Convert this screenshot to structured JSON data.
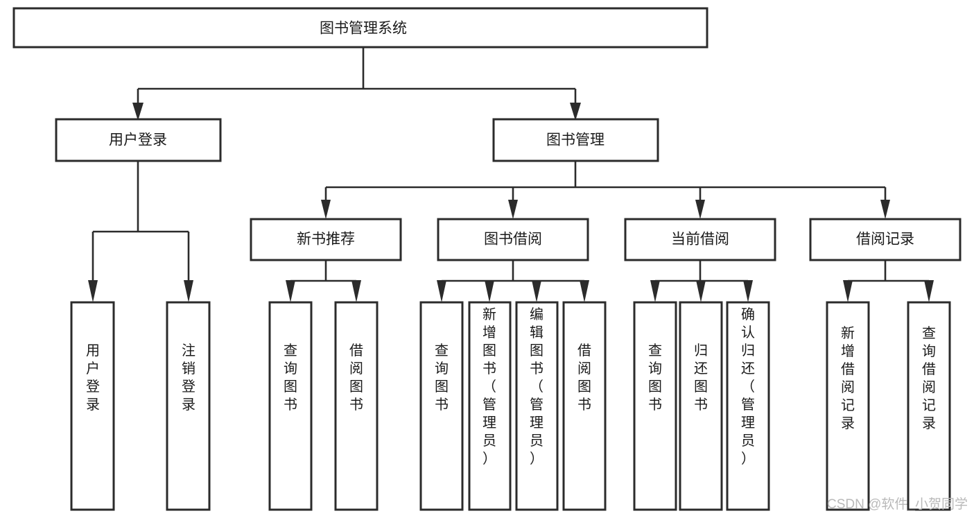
{
  "diagram": {
    "title": "图书管理系统",
    "type": "tree",
    "root": {
      "id": "root",
      "label": "图书管理系统",
      "orientation": "horizontal"
    },
    "level2": [
      {
        "id": "user-login",
        "label": "用户登录",
        "orientation": "horizontal"
      },
      {
        "id": "book-management",
        "label": "图书管理",
        "orientation": "horizontal"
      }
    ],
    "level3": [
      {
        "id": "new-book-recommend",
        "label": "新书推荐",
        "orientation": "horizontal",
        "parent": "book-management"
      },
      {
        "id": "book-borrow",
        "label": "图书借阅",
        "orientation": "horizontal",
        "parent": "book-management"
      },
      {
        "id": "current-borrow",
        "label": "当前借阅",
        "orientation": "horizontal",
        "parent": "book-management"
      },
      {
        "id": "borrow-record",
        "label": "借阅记录",
        "orientation": "horizontal",
        "parent": "book-management"
      }
    ],
    "leaves": [
      {
        "id": "leaf-user-login",
        "label": "用户登录",
        "orientation": "vertical",
        "parent": "user-login"
      },
      {
        "id": "leaf-logout-login",
        "label": "注销登录",
        "orientation": "vertical",
        "parent": "user-login"
      },
      {
        "id": "leaf-query-book-1",
        "label": "查询图书",
        "orientation": "vertical",
        "parent": "new-book-recommend"
      },
      {
        "id": "leaf-borrow-book-1",
        "label": "借阅图书",
        "orientation": "vertical",
        "parent": "new-book-recommend"
      },
      {
        "id": "leaf-query-book-2",
        "label": "查询图书",
        "orientation": "vertical",
        "parent": "book-borrow"
      },
      {
        "id": "leaf-add-book",
        "label": "新增图书（管理员）",
        "orientation": "vertical",
        "parent": "book-borrow"
      },
      {
        "id": "leaf-edit-book",
        "label": "编辑图书（管理员）",
        "orientation": "vertical",
        "parent": "book-borrow"
      },
      {
        "id": "leaf-borrow-book-2",
        "label": "借阅图书",
        "orientation": "vertical",
        "parent": "book-borrow"
      },
      {
        "id": "leaf-query-book-3",
        "label": "查询图书",
        "orientation": "vertical",
        "parent": "current-borrow"
      },
      {
        "id": "leaf-return-book",
        "label": "归还图书",
        "orientation": "vertical",
        "parent": "current-borrow"
      },
      {
        "id": "leaf-confirm-return",
        "label": "确认归还（管理员）",
        "orientation": "vertical",
        "parent": "current-borrow"
      },
      {
        "id": "leaf-add-record",
        "label": "新增借阅记录",
        "orientation": "vertical",
        "parent": "borrow-record"
      },
      {
        "id": "leaf-query-record",
        "label": "查询借阅记录",
        "orientation": "vertical",
        "parent": "borrow-record"
      }
    ],
    "colors": {
      "stroke": "#2b2b2b",
      "fill": "#ffffff",
      "text": "#1a1a1a",
      "watermark": "#b9b9b9"
    }
  },
  "watermark": {
    "label": "CSDN @软件_小贺同学"
  }
}
